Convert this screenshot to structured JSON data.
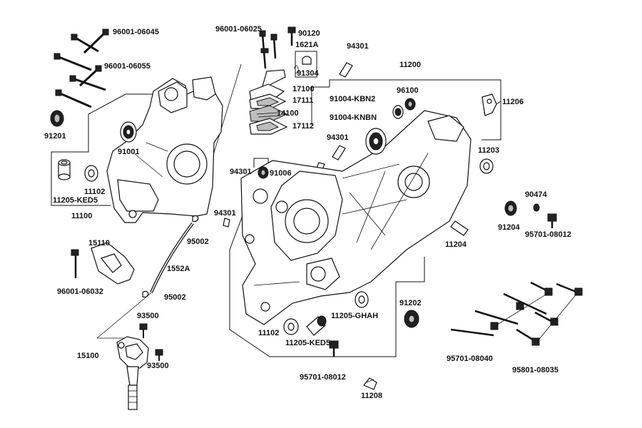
{
  "parts": {
    "p96001_06045": "96001-06045",
    "p96001_06055": "96001-06055",
    "p91201": "91201",
    "p91001": "91001",
    "p11205_KED5_a": "11205-KED5",
    "p11102_a": "11102",
    "p11100": "11100",
    "p96001_06025": "96001-06025",
    "p90120": "90120",
    "p1621A": "1621A",
    "p91304": "91304",
    "p17100": "17100",
    "p17111": "17111",
    "p14100": "14100",
    "p17112": "17112",
    "p94301_a": "94301",
    "p11200": "11200",
    "p96100": "96100",
    "p91004_KBN2": "91004-KBN2",
    "p91004_KNBN": "91004-KNBN",
    "p11206": "11206",
    "p94301_b": "94301",
    "p94301_c": "94301",
    "p91006": "91006",
    "p11203": "11203",
    "p94301_d": "94301",
    "p95002_a": "95002",
    "p90474": "90474",
    "p91204": "91204",
    "p95701_08012_a": "95701-08012",
    "p11204": "11204",
    "p15110": "15110",
    "p1552A": "1552A",
    "p96001_06032": "96001-06032",
    "p95002_b": "95002",
    "p93500_a": "93500",
    "p15100": "15100",
    "p93500_b": "93500",
    "p91202": "91202",
    "p11205_GHAH": "11205-GHAH",
    "p11102_b": "11102",
    "p11205_KED5_b": "11205-KED5",
    "p95701_08012_b": "95701-08012",
    "p11208": "11208",
    "p95701_08040": "95701-08040",
    "p95801_08035": "95801-08035"
  }
}
